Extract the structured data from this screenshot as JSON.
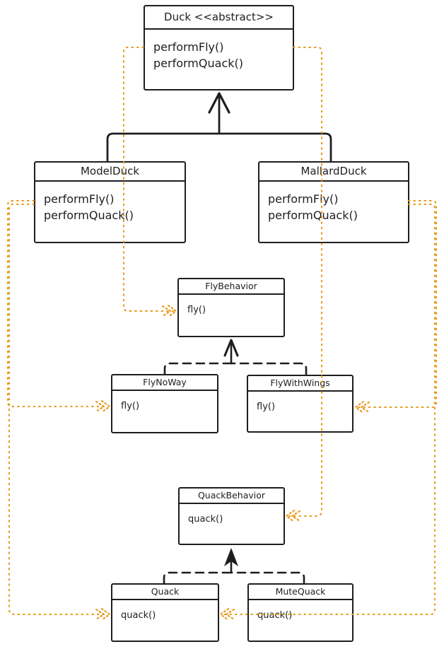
{
  "diagram_type": "uml-class-diagram (strategy pattern, hand-drawn style)",
  "colors": {
    "stroke": "#1e1e1e",
    "dependency_arrow": "#e8930c",
    "background": "#ffffff"
  },
  "classes": {
    "duck": {
      "title": "Duck <<abstract>>",
      "methods": [
        "performFly()",
        "performQuack()"
      ]
    },
    "modelDuck": {
      "title": "ModelDuck",
      "methods": [
        "performFly()",
        "performQuack()"
      ]
    },
    "mallardDuck": {
      "title": "MallardDuck",
      "methods": [
        "performFly()",
        "performQuack()"
      ]
    },
    "flyBehavior": {
      "title": "FlyBehavior",
      "methods": [
        "fly()"
      ]
    },
    "flyNoWay": {
      "title": "FlyNoWay",
      "methods": [
        "fly()"
      ]
    },
    "flyWithWings": {
      "title": "FlyWithWings",
      "methods": [
        "fly()"
      ]
    },
    "quackBehavior": {
      "title": "QuackBehavior",
      "methods": [
        "quack()"
      ]
    },
    "quack": {
      "title": "Quack",
      "methods": [
        "quack()"
      ]
    },
    "muteQuack": {
      "title": "MuteQuack",
      "methods": [
        "quack()"
      ]
    }
  },
  "relationships": {
    "inheritance_solid": [
      {
        "from": "ModelDuck",
        "to": "Duck"
      },
      {
        "from": "MallardDuck",
        "to": "Duck"
      }
    ],
    "realization_dashed": [
      {
        "from": "FlyNoWay",
        "to": "FlyBehavior"
      },
      {
        "from": "FlyWithWings",
        "to": "FlyBehavior"
      },
      {
        "from": "Quack",
        "to": "QuackBehavior"
      },
      {
        "from": "MuteQuack",
        "to": "QuackBehavior"
      }
    ],
    "dependency_dotted_orange": [
      {
        "from": "Duck",
        "to": "FlyBehavior.fly()"
      },
      {
        "from": "Duck",
        "to": "QuackBehavior.quack()"
      },
      {
        "from": "ModelDuck",
        "to": "FlyNoWay.fly()"
      },
      {
        "from": "ModelDuck",
        "to": "Quack.quack()"
      },
      {
        "from": "MallardDuck",
        "to": "FlyWithWings.fly()"
      },
      {
        "from": "MallardDuck",
        "to": "Quack.quack()"
      }
    ]
  }
}
